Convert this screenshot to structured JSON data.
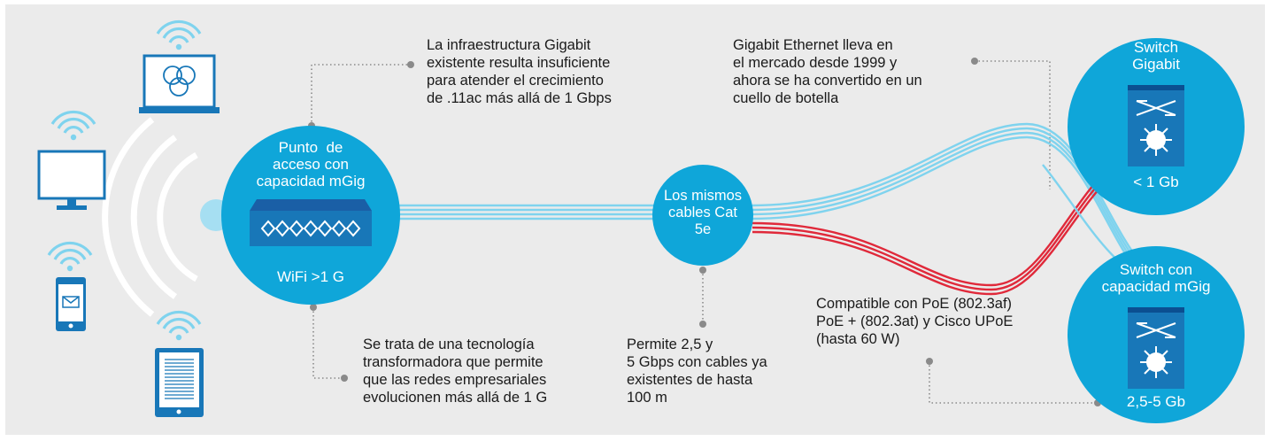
{
  "access_point": {
    "title": "Punto  de\nacceso con\ncapacidad mGig",
    "speed": "WiFi >1 G"
  },
  "cables": {
    "label": "Los mismos\ncables Cat\n5e"
  },
  "switch_gigabit": {
    "title": "Switch\nGigabit",
    "speed": "< 1 Gb"
  },
  "switch_mgig": {
    "title": "Switch con\ncapacidad mGig",
    "speed": "2,5-5 Gb"
  },
  "callouts": {
    "infra_insufficient": "La infraestructura Gigabit\nexistente resulta insuficiente\npara atender el crecimiento\nde .11ac más allá de 1 Gbps",
    "transformative": "Se trata de una tecnología\ntransformadora que permite\nque las redes empresariales\nevolucionen más allá de 1 G",
    "speeds": "Permite 2,5 y\n5 Gbps con cables ya\nexistentes de hasta\n100 m",
    "gigabit_history": "Gigabit Ethernet lleva en\nel mercado desde 1999 y\nahora se ha convertido en un\ncuello de botella",
    "poe": "Compatible con PoE (802.3af)\nPoE + (802.3at) y Cisco UPoE\n(hasta 60 W)"
  },
  "icons": {
    "laptop": "laptop-icon",
    "monitor": "monitor-icon",
    "phone": "phone-icon",
    "tablet": "tablet-icon",
    "wifi": "wifi-icon",
    "access_point_device": "access-point-icon",
    "switch_device": "switch-icon"
  },
  "colors": {
    "brand_blue": "#0fa6d9",
    "device_blue": "#1877b8",
    "dark_navy": "#0b4f91",
    "red_cable": "#e0293a",
    "background": "#ebebeb"
  }
}
